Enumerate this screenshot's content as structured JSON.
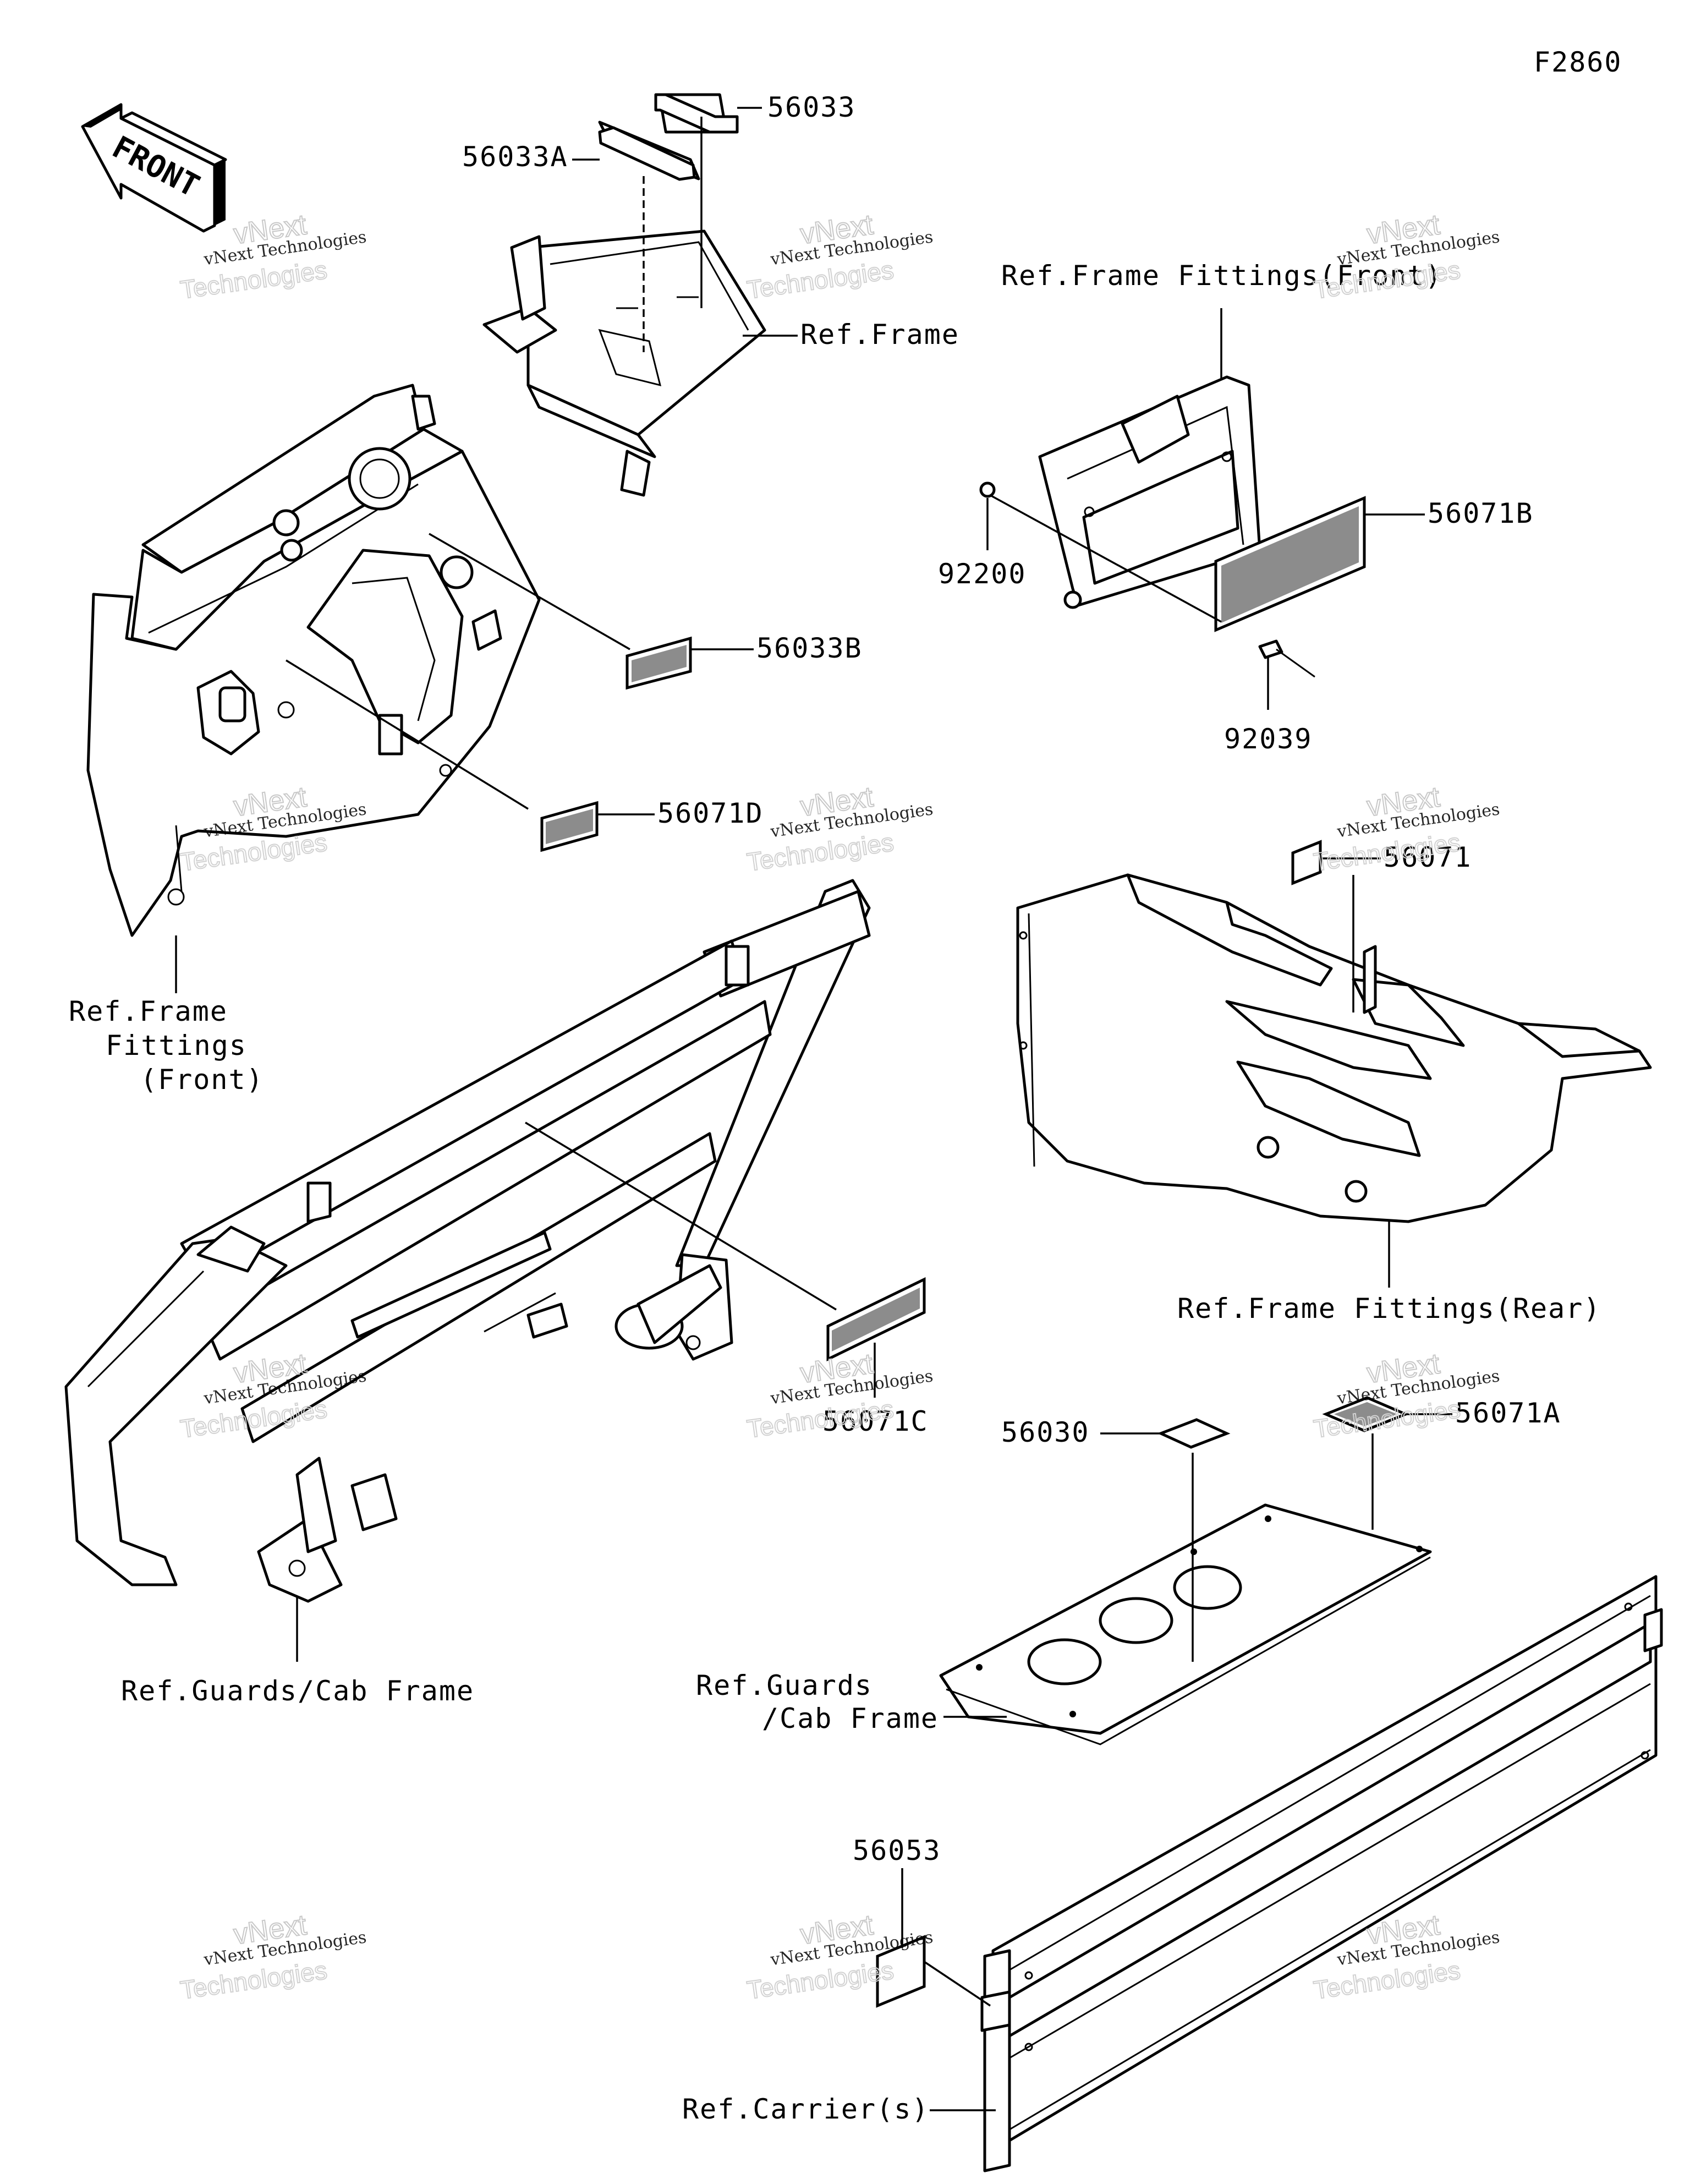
{
  "figure_code": "F2860",
  "front_arrow_text": "FRONT",
  "callouts": {
    "p56033": "56033",
    "p56033A": "56033A",
    "p56033B": "56033B",
    "p56071D": "56071D",
    "p56071C": "56071C",
    "p56071B": "56071B",
    "p92200": "92200",
    "p92039": "92039",
    "p56071": "56071",
    "p56030": "56030",
    "p56071A": "56071A",
    "p56053": "56053"
  },
  "references": {
    "frame": "Ref.Frame",
    "frame_fittings_front_top": "Ref.Frame Fittings(Front)",
    "frame_fittings_front_l1": "Ref.Frame",
    "frame_fittings_front_l2": "Fittings",
    "frame_fittings_front_l3": "(Front)",
    "frame_fittings_rear": "Ref.Frame Fittings(Rear)",
    "guards_cab_frame_left": "Ref.Guards/Cab Frame",
    "guards_cab_frame_right_l1": "Ref.Guards",
    "guards_cab_frame_right_l2": "/Cab Frame",
    "carriers": "Ref.Carrier(s)"
  },
  "watermark": {
    "line1": "vNext Technologies",
    "line2": "vNext",
    "line3": "Technologies"
  }
}
